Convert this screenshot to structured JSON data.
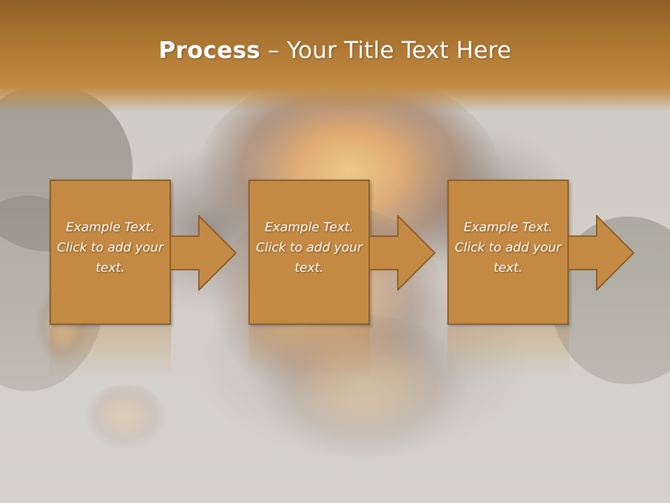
{
  "slide": {
    "title_bold": "Process",
    "title_rest": " – Your Title Text Here"
  },
  "steps": [
    {
      "text": "Example Text. Click  to add your text."
    },
    {
      "text": "Example Text. Click  to add your text."
    },
    {
      "text": "Example Text. Click  to add your text."
    }
  ],
  "colors": {
    "box_fill": "#c48a44",
    "box_border": "#8a5e28",
    "title_band": "#a87330"
  },
  "background": "explosion-photo"
}
